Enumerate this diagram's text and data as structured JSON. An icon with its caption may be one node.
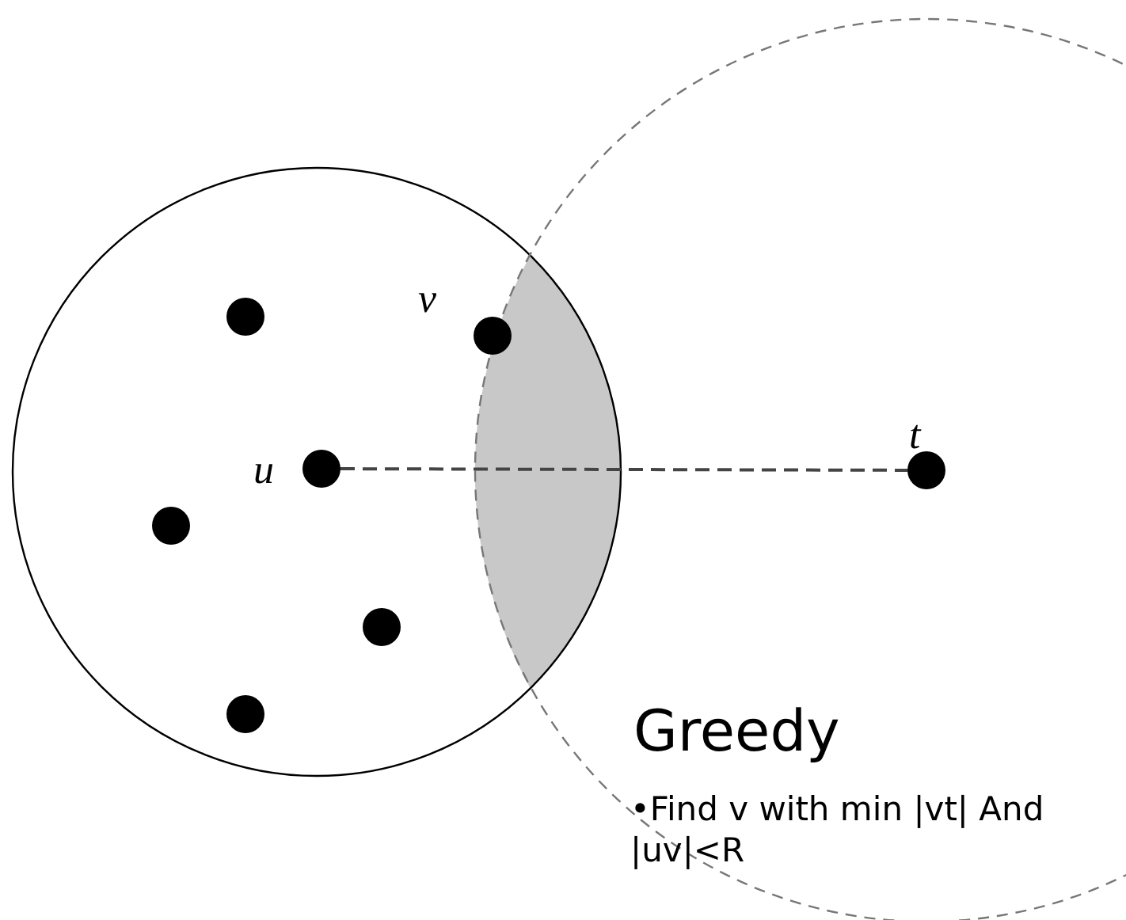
{
  "diagram": {
    "nodes": [
      {
        "text": [],
        "shape": "circle"
      },
      {
        "text": [],
        "shape": "circle",
        "beside": [
          "v"
        ]
      },
      {
        "text": [],
        "shape": "circle",
        "beside": [
          "u"
        ]
      },
      {
        "text": [],
        "shape": "circle",
        "beside": [
          "t"
        ]
      },
      {
        "text": [],
        "shape": "circle"
      },
      {
        "text": [],
        "shape": "circle"
      },
      {
        "text": [],
        "shape": "circle"
      }
    ],
    "edges": [
      {
        "from": 2,
        "to": 3,
        "arrow": "none",
        "style": "dashed"
      }
    ],
    "labels": [
      "Greedy",
      "•Find v with min |vt| And |uv|<R"
    ]
  }
}
